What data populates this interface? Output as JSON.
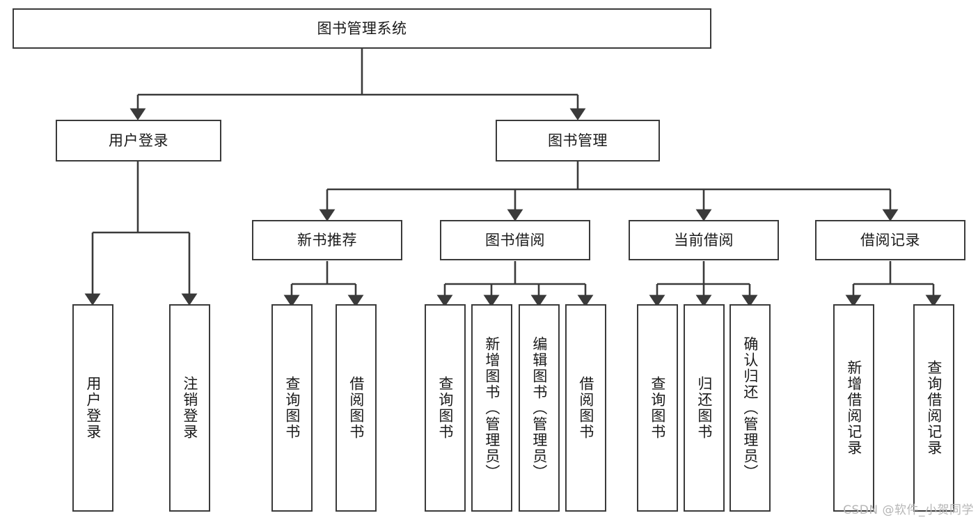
{
  "diagram": {
    "title": "图书管理系统",
    "watermark": "CSDN @软件_小贺同学",
    "colors": {
      "box_border": "#3a3a3a",
      "box_fill": "#ffffff",
      "edge": "#3a3a3a",
      "text": "#1a1a1a",
      "watermark": "#b6b6b6",
      "background": "#ffffff"
    },
    "root": {
      "label": "图书管理系统"
    },
    "level1": [
      {
        "id": "user-login",
        "label": "用户登录"
      },
      {
        "id": "book-management",
        "label": "图书管理"
      }
    ],
    "level2": [
      {
        "id": "new-book-recommend",
        "label": "新书推荐"
      },
      {
        "id": "book-borrow",
        "label": "图书借阅"
      },
      {
        "id": "current-borrow",
        "label": "当前借阅"
      },
      {
        "id": "borrow-record",
        "label": "借阅记录"
      }
    ],
    "leaves": {
      "user_login": [
        {
          "id": "leaf-user-login",
          "label": "用户登录"
        },
        {
          "id": "leaf-logout-login",
          "label": "注销登录"
        }
      ],
      "new_book_recommend": [
        {
          "id": "leaf-query-book-1",
          "label": "查询图书"
        },
        {
          "id": "leaf-borrow-book-1",
          "label": "借阅图书"
        }
      ],
      "book_borrow": [
        {
          "id": "leaf-query-book-2",
          "label": "查询图书"
        },
        {
          "id": "leaf-add-book",
          "label": "新增图书（管理员）"
        },
        {
          "id": "leaf-edit-book",
          "label": "编辑图书（管理员）"
        },
        {
          "id": "leaf-borrow-book-2",
          "label": "借阅图书"
        }
      ],
      "current_borrow": [
        {
          "id": "leaf-query-book-3",
          "label": "查询图书"
        },
        {
          "id": "leaf-return-book",
          "label": "归还图书"
        },
        {
          "id": "leaf-confirm-return",
          "label": "确认归还（管理员）"
        }
      ],
      "borrow_record": [
        {
          "id": "leaf-add-borrow-record",
          "label": "新增借阅记录"
        },
        {
          "id": "leaf-query-borrow-record",
          "label": "查询借阅记录"
        }
      ]
    }
  }
}
